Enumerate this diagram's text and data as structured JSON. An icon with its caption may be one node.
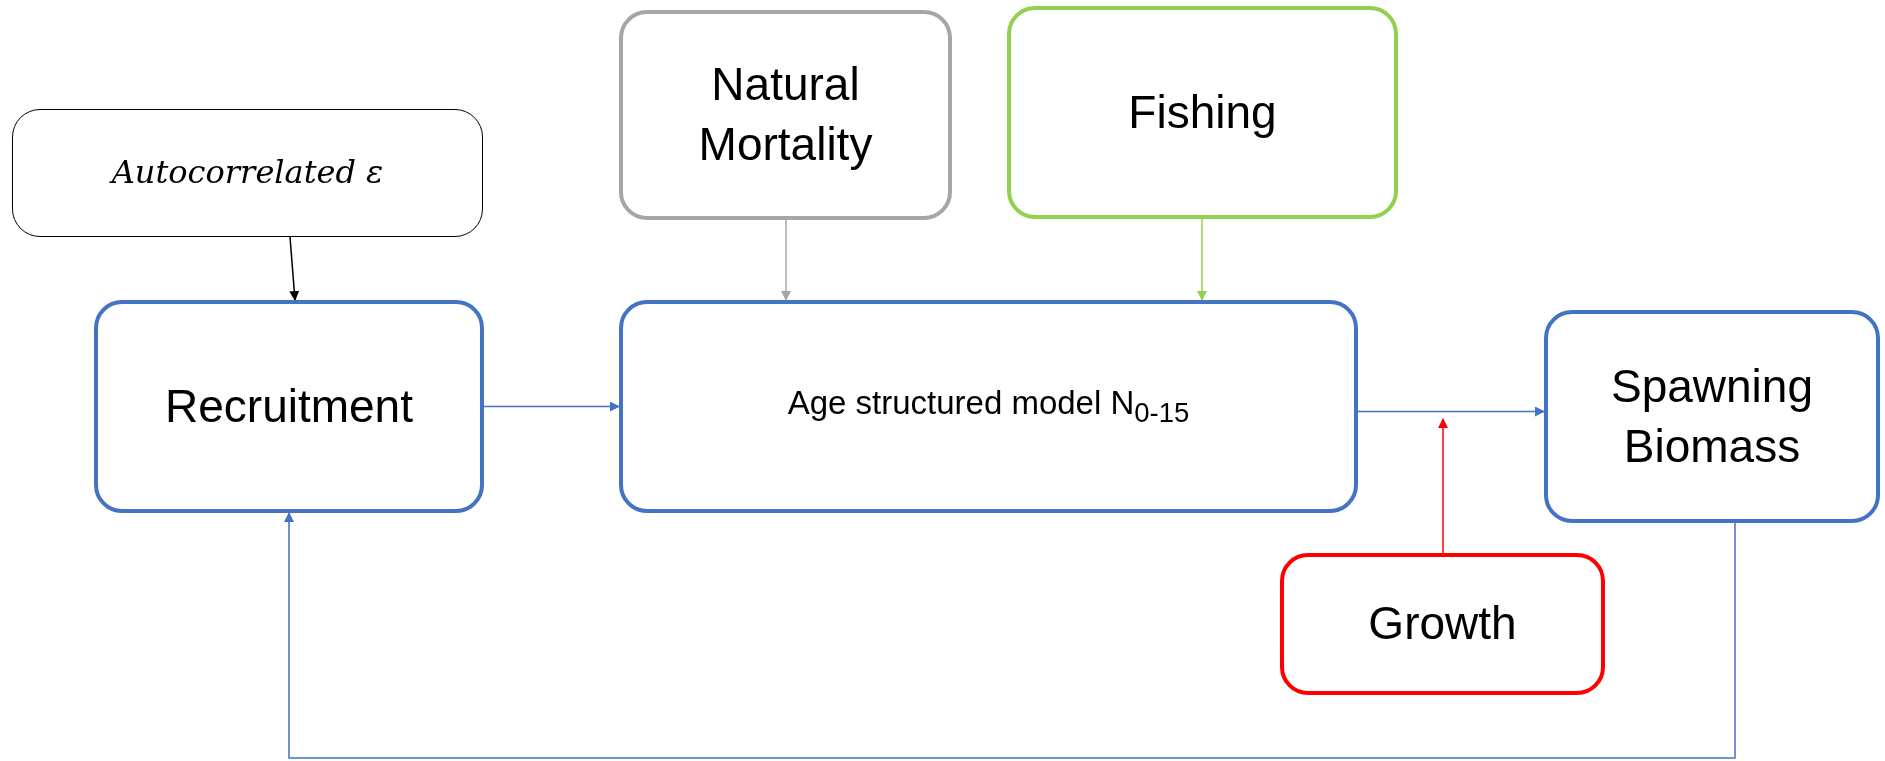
{
  "diagram": {
    "nodes": [
      {
        "text": [
          "Autocorrelated ε"
        ]
      },
      {
        "text": [
          "Natural Mortality"
        ]
      },
      {
        "text": [
          "Fishing"
        ]
      },
      {
        "text": [
          "Recruitment"
        ]
      },
      {
        "text": [
          "Age structured model N$_{0-15}$"
        ]
      },
      {
        "text": [
          "Spawning Biomass"
        ]
      },
      {
        "text": [
          "Growth"
        ]
      }
    ],
    "edges": [
      {
        "from": 0,
        "to": 3,
        "arrow": "to",
        "color": "#000000"
      },
      {
        "from": 1,
        "to": 4,
        "arrow": "to",
        "color": "#a6a6a6"
      },
      {
        "from": 2,
        "to": 4,
        "arrow": "to",
        "color": "#92d050"
      },
      {
        "from": 3,
        "to": 4,
        "arrow": "to"
      },
      {
        "from": 4,
        "to": 5,
        "arrow": "to"
      },
      {
        "from": 6,
        "to": null,
        "arrow": "to",
        "color": "#ff0000"
      },
      {
        "from": 5,
        "to": 3,
        "arrow": "to"
      }
    ]
  }
}
